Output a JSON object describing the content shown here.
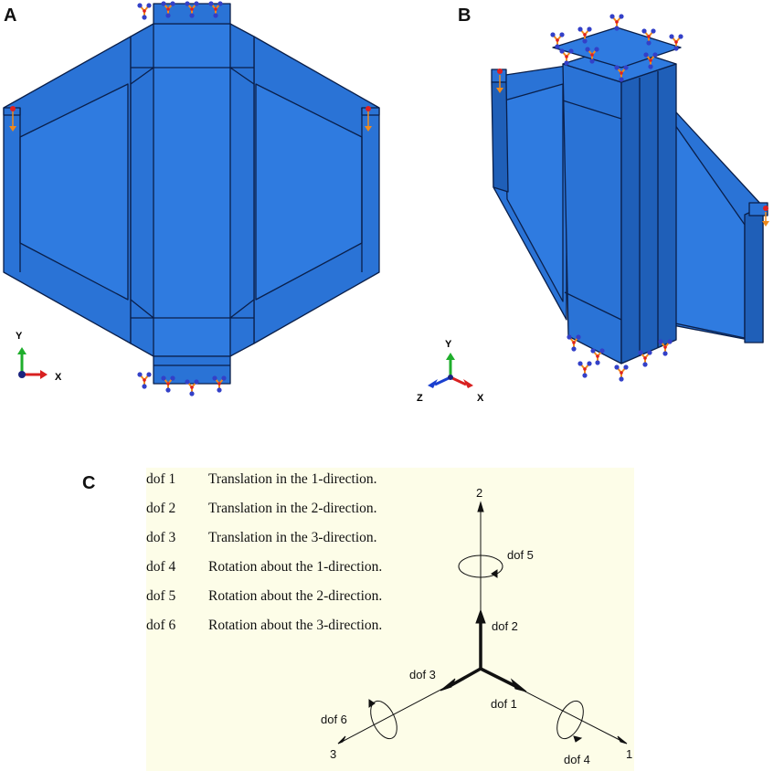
{
  "panels": {
    "a": {
      "label": "A",
      "axes": {
        "y": "Y",
        "x": "X"
      }
    },
    "b": {
      "label": "B",
      "axes": {
        "y": "Y",
        "x": "X",
        "z": "Z"
      }
    },
    "c": {
      "label": "C"
    }
  },
  "dof_table": [
    {
      "code": "dof 1",
      "desc": "Translation in the 1-direction."
    },
    {
      "code": "dof 2",
      "desc": "Translation in the 2-direction."
    },
    {
      "code": "dof 3",
      "desc": "Translation in the 3-direction."
    },
    {
      "code": "dof 4",
      "desc": "Rotation about the 1-direction."
    },
    {
      "code": "dof 5",
      "desc": "Rotation about the 2-direction."
    },
    {
      "code": "dof 6",
      "desc": "Rotation about the 3-direction."
    }
  ],
  "dof_diagram": {
    "axis_1": "1",
    "axis_2": "2",
    "axis_3": "3",
    "dof1": "dof 1",
    "dof2": "dof 2",
    "dof3": "dof 3",
    "dof4": "dof 4",
    "dof5": "dof 5",
    "dof6": "dof 6"
  },
  "colors": {
    "model_fill": "#2a73d6",
    "model_edge": "#0a1f4a",
    "bc_orange": "#f08a1c",
    "bc_blue": "#3340c8",
    "rp_red": "#e02020",
    "panel_c_bg": "#fdfde8"
  }
}
